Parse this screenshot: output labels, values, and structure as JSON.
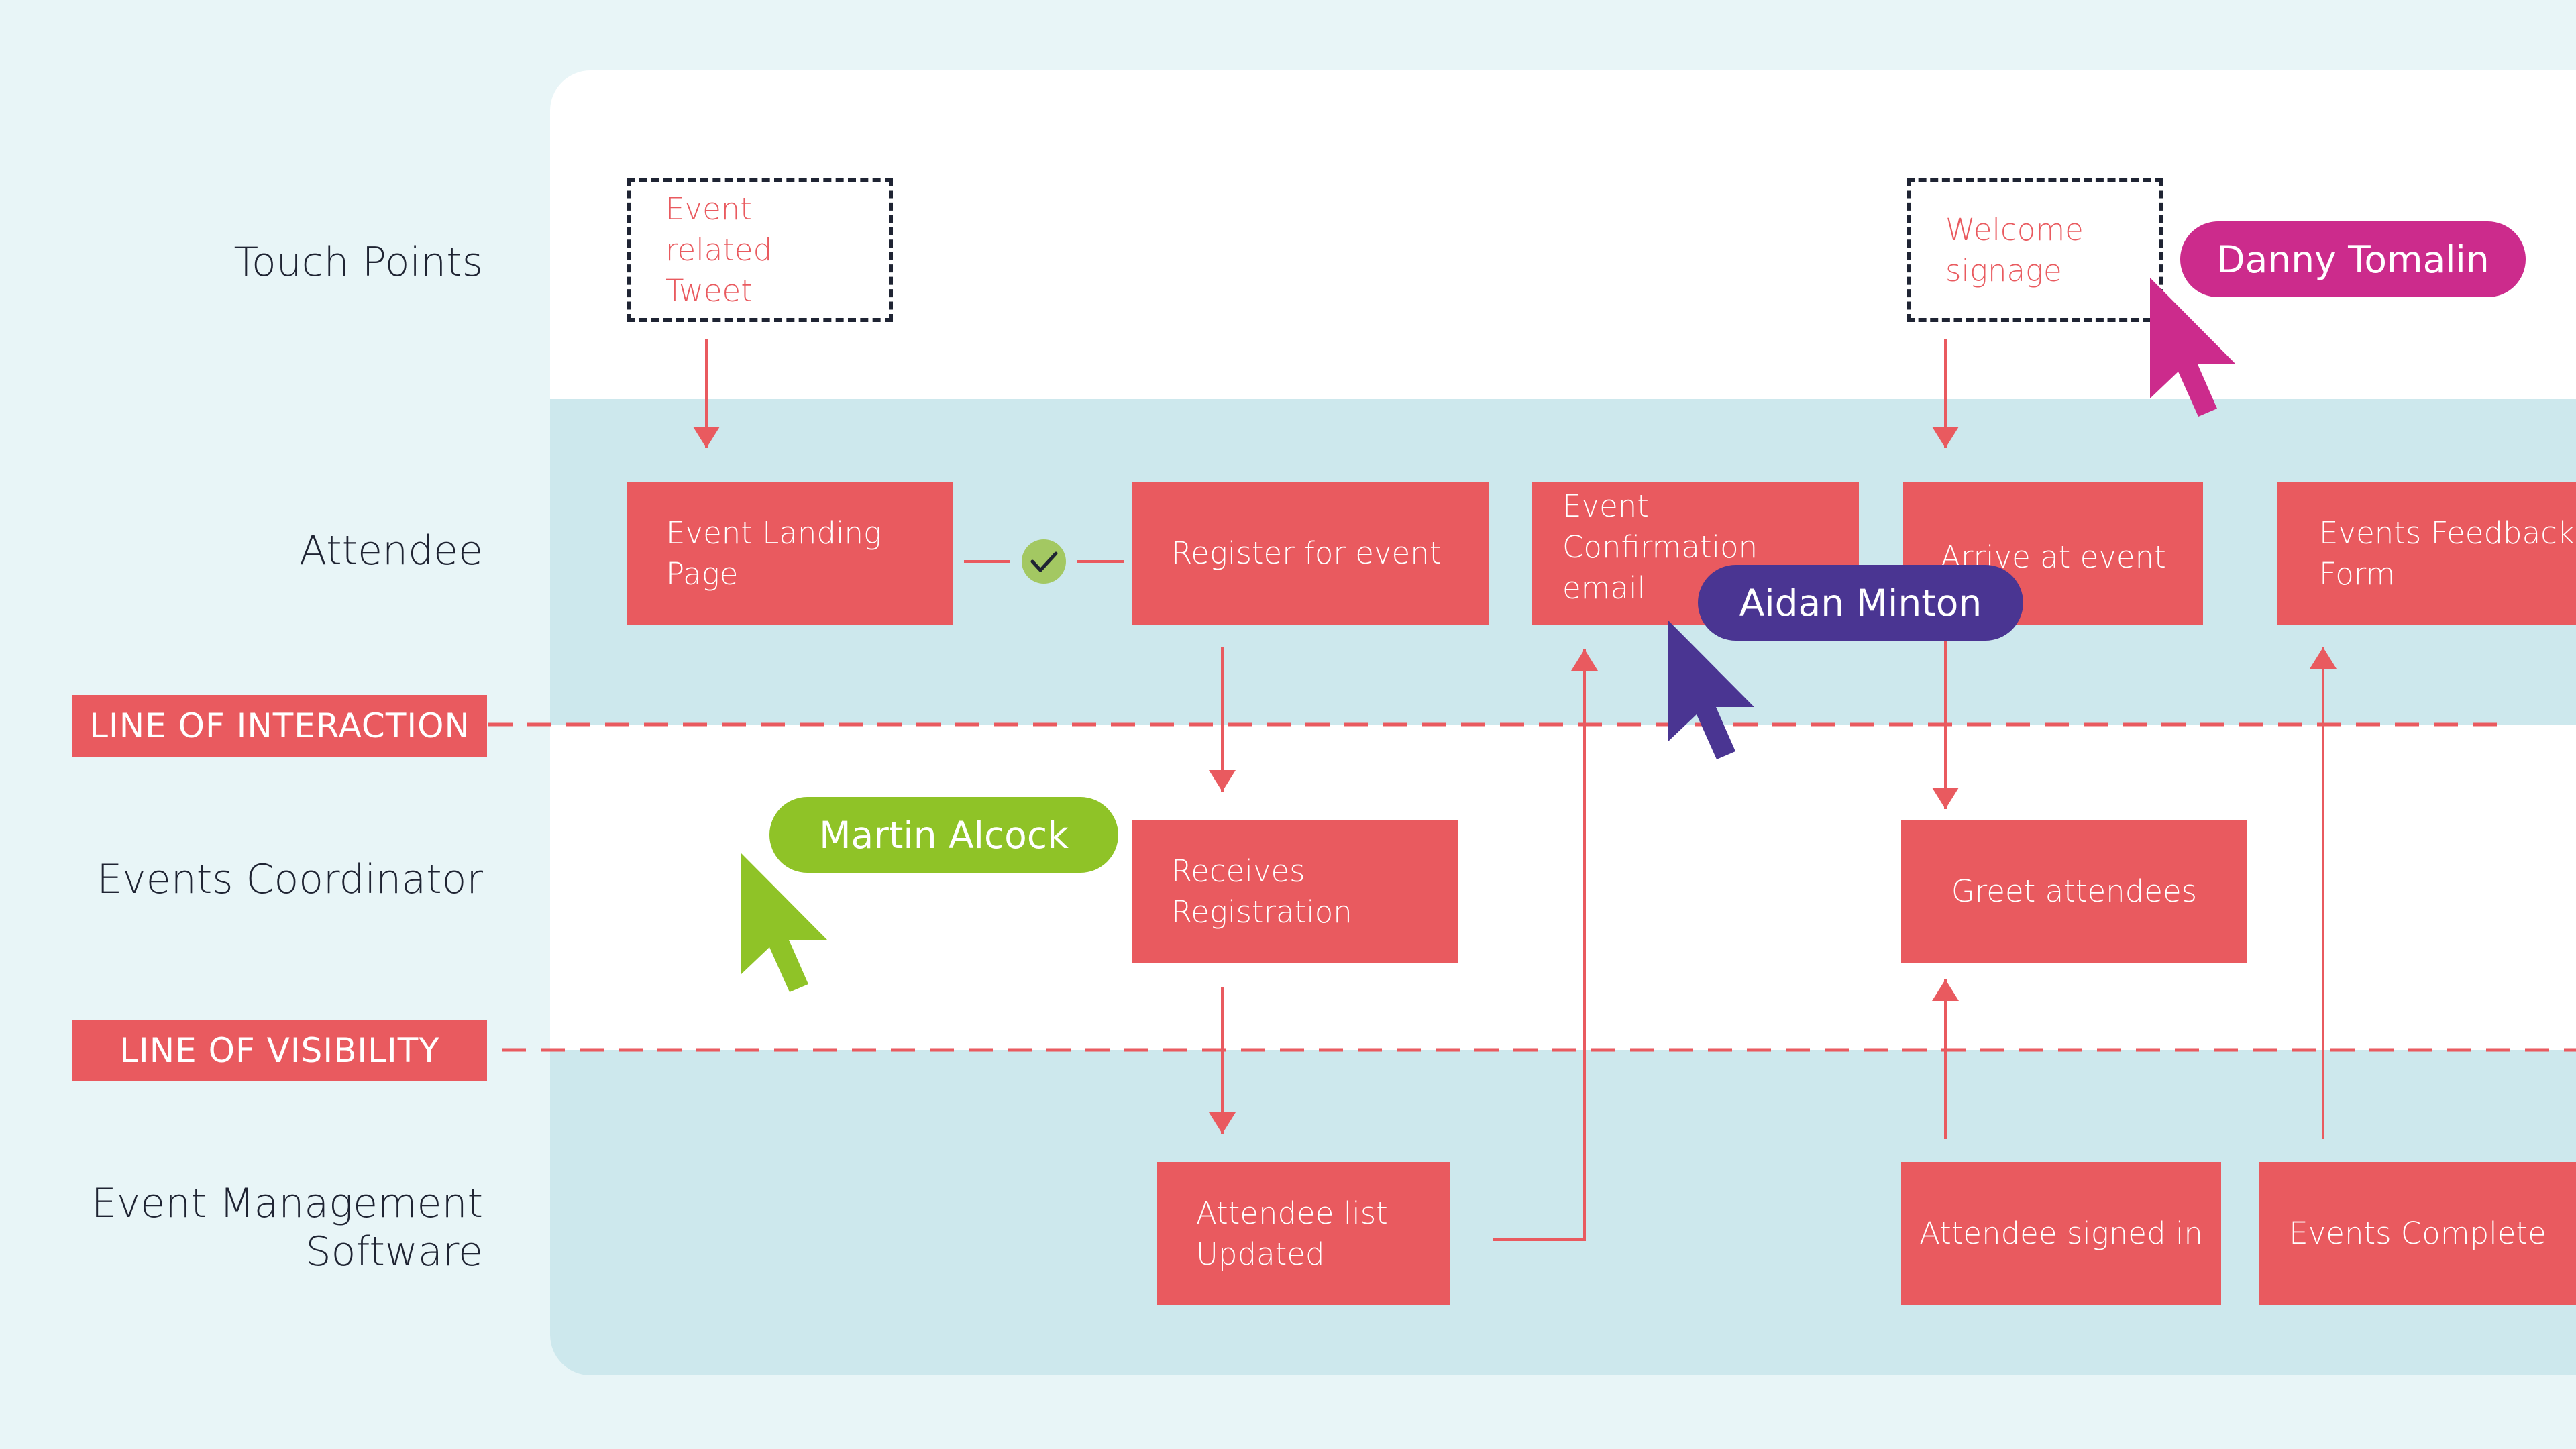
{
  "lanes": {
    "touch_points": "Touch Points",
    "attendee": "Attendee",
    "coordinator": "Events Coordinator",
    "software_line1": "Event Management",
    "software_line2": "Software"
  },
  "lines": {
    "interaction": "LINE OF INTERACTION",
    "visibility": "LINE OF VISIBILITY"
  },
  "touch_points": {
    "tweet": [
      "Event related",
      "Tweet"
    ],
    "signage": [
      "Welcome",
      "signage"
    ]
  },
  "attendee_steps": {
    "landing": [
      "Event Landing",
      "Page"
    ],
    "register": "Register for event",
    "confirmation": [
      "Event Confirmation",
      "email"
    ],
    "arrive": "Arrive at event",
    "feedback": [
      "Events Feedback",
      "Form"
    ]
  },
  "coordinator_steps": {
    "receives": [
      "Receives",
      "Registration"
    ],
    "greet": "Greet attendees"
  },
  "software_steps": {
    "list_updated": [
      "Attendee list",
      "Updated"
    ],
    "signed_in": "Attendee signed in",
    "complete": "Events Complete"
  },
  "collaborators": {
    "danny": "Danny Tomalin",
    "aidan": "Aidan Minton",
    "martin": "Martin Alcock"
  },
  "colors": {
    "card": "#e95a5f",
    "band": "#cde8ed",
    "danny": "#cc2b8c",
    "aidan": "#4a3592",
    "martin": "#8fc327",
    "check": "#a3c862"
  },
  "icons": {
    "check": "check-icon",
    "cursor": "cursor-pointer-icon"
  }
}
